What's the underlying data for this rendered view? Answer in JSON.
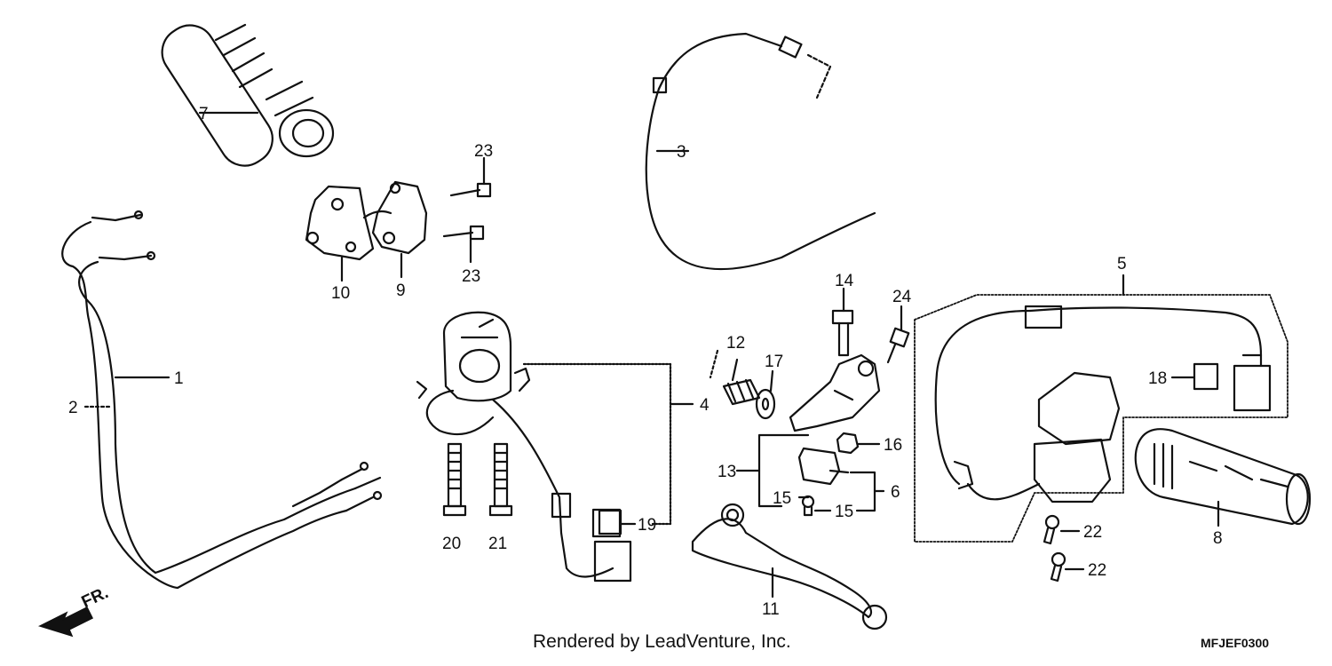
{
  "callouts": {
    "c1": "1",
    "c2": "2",
    "c3": "3",
    "c4": "4",
    "c5": "5",
    "c6": "6",
    "c7": "7",
    "c8": "8",
    "c9": "9",
    "c10": "10",
    "c11": "11",
    "c12": "12",
    "c13": "13",
    "c14": "14",
    "c15a": "15",
    "c15b": "15",
    "c16": "16",
    "c17": "17",
    "c18": "18",
    "c19": "19",
    "c20": "20",
    "c21": "21",
    "c22a": "22",
    "c22b": "22",
    "c23a": "23",
    "c23b": "23",
    "c24": "24"
  },
  "direction_label": "FR.",
  "footer": {
    "credit": "Rendered by LeadVenture, Inc.",
    "diagram_code": "MFJEF0300"
  }
}
